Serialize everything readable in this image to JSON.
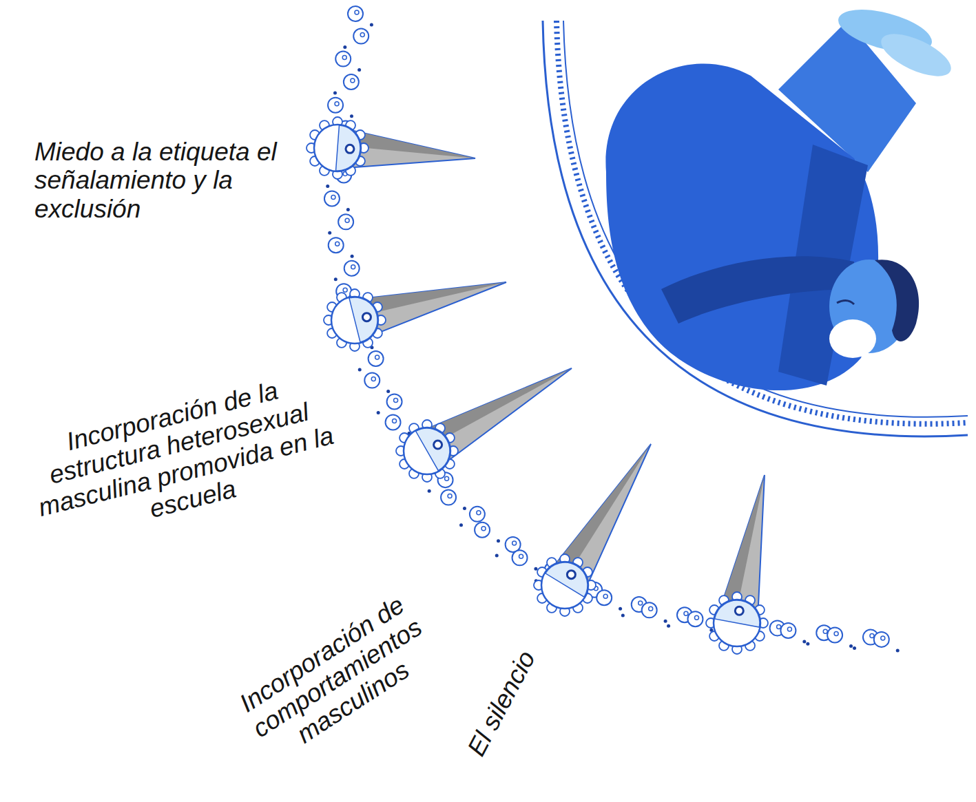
{
  "diagram": {
    "labels": [
      "Miedo a la etiqueta el señalamiento y la exclusión",
      "Incorporación de la estructura heterosexual masculina promovida en la escuela",
      "Incorporación de comportamientos masculinos",
      "El silencio"
    ]
  }
}
